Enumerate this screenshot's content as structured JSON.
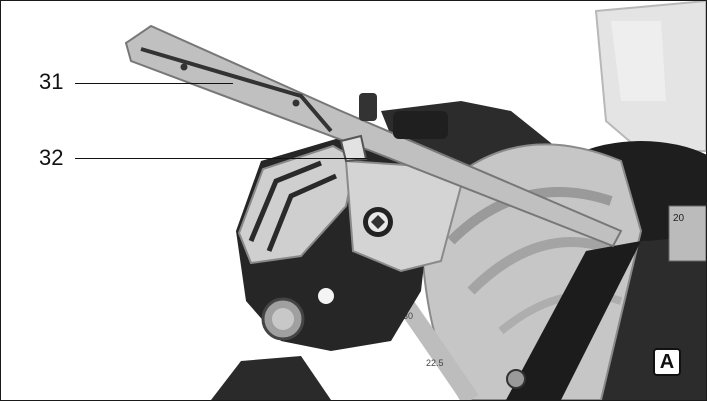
{
  "callouts": [
    {
      "id": "31",
      "label": "31"
    },
    {
      "id": "32",
      "label": "32"
    }
  ],
  "figure": {
    "badge": "A"
  },
  "scale_marks": {
    "top_right": "20",
    "arc_a": "30",
    "arc_b": "22.5"
  },
  "colors": {
    "line": "#111111",
    "metal_light": "#d8d8d8",
    "metal_mid": "#a8a8a8",
    "body_dark": "#2a2a2a",
    "guard_clear": "#e6e6e6"
  }
}
